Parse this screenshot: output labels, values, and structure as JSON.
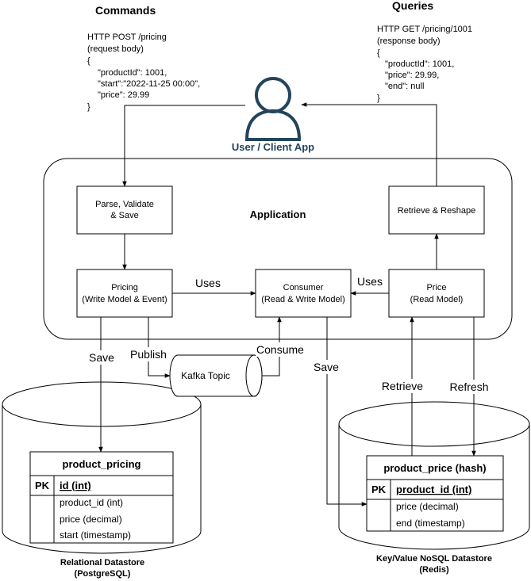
{
  "commands": {
    "title": "Commands",
    "lines": [
      "HTTP POST /pricing",
      "(request body)",
      "{",
      "\"productId\": 1001,",
      "\"start\":\"2022-11-25 00:00\",",
      "\"price\": 29.99",
      "}"
    ]
  },
  "queries": {
    "title": "Queries",
    "lines": [
      "HTTP GET /pricing/1001",
      "(response body)",
      "{",
      "\"productId\": 1001,",
      "\"price\": 29.99,",
      "\"end\": null",
      "}"
    ]
  },
  "user": {
    "label": "User / Client App",
    "icon": "user-icon",
    "color": "#23445d"
  },
  "application": {
    "title": "Application",
    "boxes": {
      "parse": [
        "Parse, Validate",
        "& Save"
      ],
      "retrieve": [
        "Retrieve & Reshape"
      ],
      "pricing": [
        "Pricing",
        "(Write Model & Event)"
      ],
      "consumer": [
        "Consumer",
        "(Read & Write Model)"
      ],
      "price": [
        "Price",
        "(Read Model)"
      ]
    }
  },
  "edges": {
    "uses_left": "Uses",
    "uses_right": "Uses",
    "save_left": "Save",
    "publish": "Publish",
    "consume": "Consume",
    "save_mid": "Save",
    "retrieve": "Retrieve",
    "refresh": "Refresh"
  },
  "kafka": {
    "label": "Kafka Topic"
  },
  "relational": {
    "caption": [
      "Relational Datastore",
      "(PostgreSQL)"
    ],
    "table": {
      "name": "product_pricing",
      "pk_tag": "PK",
      "pk_field": "id (int)",
      "fields": [
        "product_id (int)",
        "price (decimal)",
        "start (timestamp)"
      ]
    }
  },
  "keyvalue": {
    "caption": [
      "Key/Value NoSQL Datastore",
      "(Redis)"
    ],
    "table": {
      "name": "product_price (hash)",
      "pk_tag": "PK",
      "pk_field": "product_id (int)",
      "fields": [
        "price (decimal)",
        "end (timestamp)"
      ]
    }
  }
}
